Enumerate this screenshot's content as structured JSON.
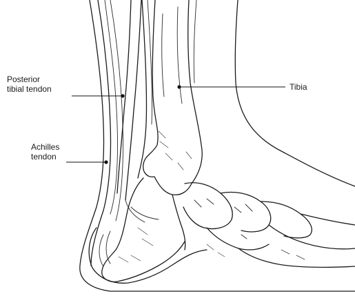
{
  "labels": {
    "posterior_tibial_tendon": {
      "line1": "Posterior",
      "line2": "tibial tendon"
    },
    "achilles_tendon": {
      "line1": "Achilles",
      "line2": "tendon"
    },
    "tibia": {
      "text": "Tibia"
    }
  },
  "colors": {
    "ink": "#1a1a1a",
    "background": "#ffffff"
  }
}
